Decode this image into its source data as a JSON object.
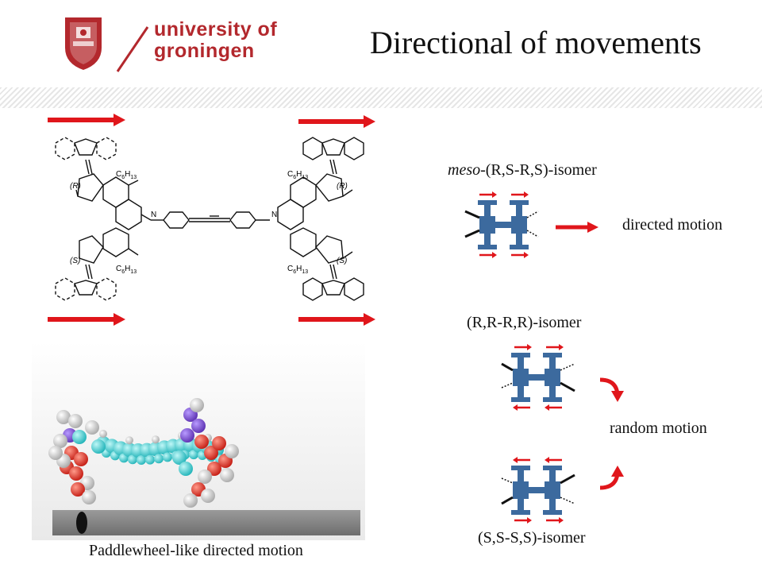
{
  "header": {
    "logo_text_line1": "university of",
    "logo_text_line2": "groningen",
    "title": "Directional of movements"
  },
  "structure": {
    "c6h13": "C",
    "sub6": "6",
    "h": "H",
    "sub13": "13",
    "n_label": "N",
    "r_label": "(R)",
    "s_label": "(S)"
  },
  "isomers": {
    "meso": {
      "prefix": "meso",
      "rest": "-(R,S-R,S)-isomer"
    },
    "rr": "(R,R-R,R)-isomer",
    "ss": "(S,S-S,S)-isomer"
  },
  "motion": {
    "directed": "directed motion",
    "random": "random motion"
  },
  "caption": "Paddlewheel-like directed motion",
  "colors": {
    "brand_red": "#b3282d",
    "arrow_red": "#e0161b",
    "wheel_blue": "#3c6a9e"
  }
}
